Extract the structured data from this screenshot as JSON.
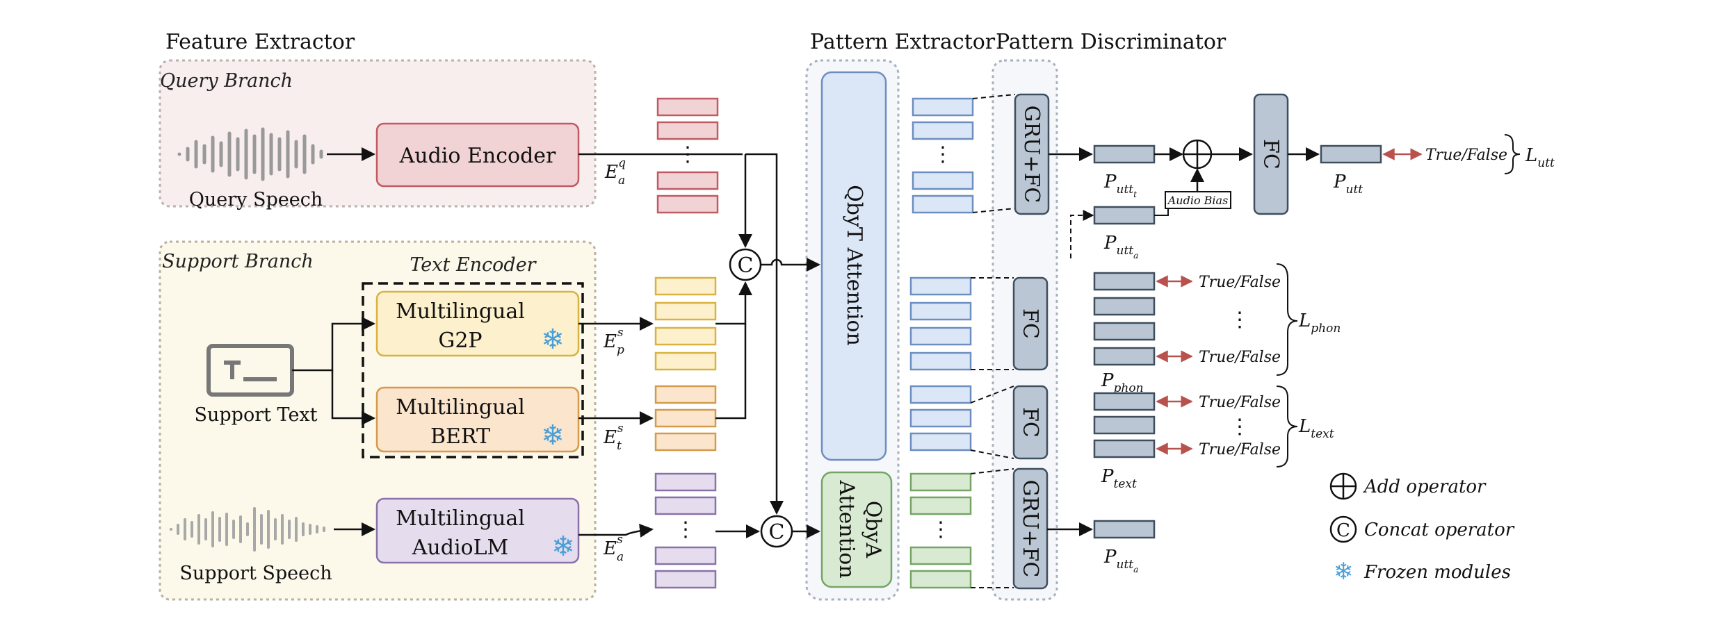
{
  "sections": {
    "feature_extractor": "Feature Extractor",
    "pattern_extractor": "Pattern Extractor",
    "pattern_discriminator": "Pattern Discriminator"
  },
  "branches": {
    "query": "Query Branch",
    "support": "Support Branch",
    "text_encoder": "Text Encoder"
  },
  "inputs": {
    "query_speech": "Query Speech",
    "support_text": "Support Text",
    "support_speech": "Support Speech"
  },
  "modules": {
    "audio_encoder": "Audio Encoder",
    "g2p_line1": "Multilingual",
    "g2p_line2": "G2P",
    "bert_line1": "Multilingual",
    "bert_line2": "BERT",
    "audiolm_line1": "Multilingual",
    "audiolm_line2": "AudioLM",
    "qbyt": "QbyT Attention",
    "qbya_line1": "QbyA",
    "qbya_line2": "Attention",
    "gru_fc": "GRU+FC",
    "fc": "FC",
    "audio_bias": "Audio Bias"
  },
  "embeddings": {
    "E": "E",
    "a": "a",
    "q": "q",
    "s": "s",
    "p": "p",
    "t": "t"
  },
  "outputs": {
    "P": "P",
    "utt": "utt",
    "phon": "phon",
    "text": "text",
    "t_sub": "t",
    "a_sub": "a",
    "true_false": "True/False",
    "L": "L",
    "dots": "⋮"
  },
  "legend": {
    "add": "Add operator",
    "concat": "Concat operator",
    "frozen": "Frozen modules",
    "concat_symbol": "C",
    "snowflake": "❄"
  },
  "colors": {
    "query_bg": "#f8eeee",
    "support_bg": "#fcf8ea",
    "pink": "#f2d3d5",
    "pink_border": "#c05a63",
    "yellow": "#fdf0cc",
    "yellow_border": "#d9b240",
    "orange": "#fbe5cd",
    "orange_border": "#d59a4a",
    "purple": "#e5ddee",
    "purple_border": "#8a71a9",
    "blue": "#dbe6f6",
    "blue_border": "#6c8ec0",
    "green": "#d9ead3",
    "green_border": "#74a565",
    "slate": "#bac6d3",
    "slate_border": "#3f4e5c",
    "arrow_red": "#b8524d",
    "snow": "#4a9fd8"
  }
}
